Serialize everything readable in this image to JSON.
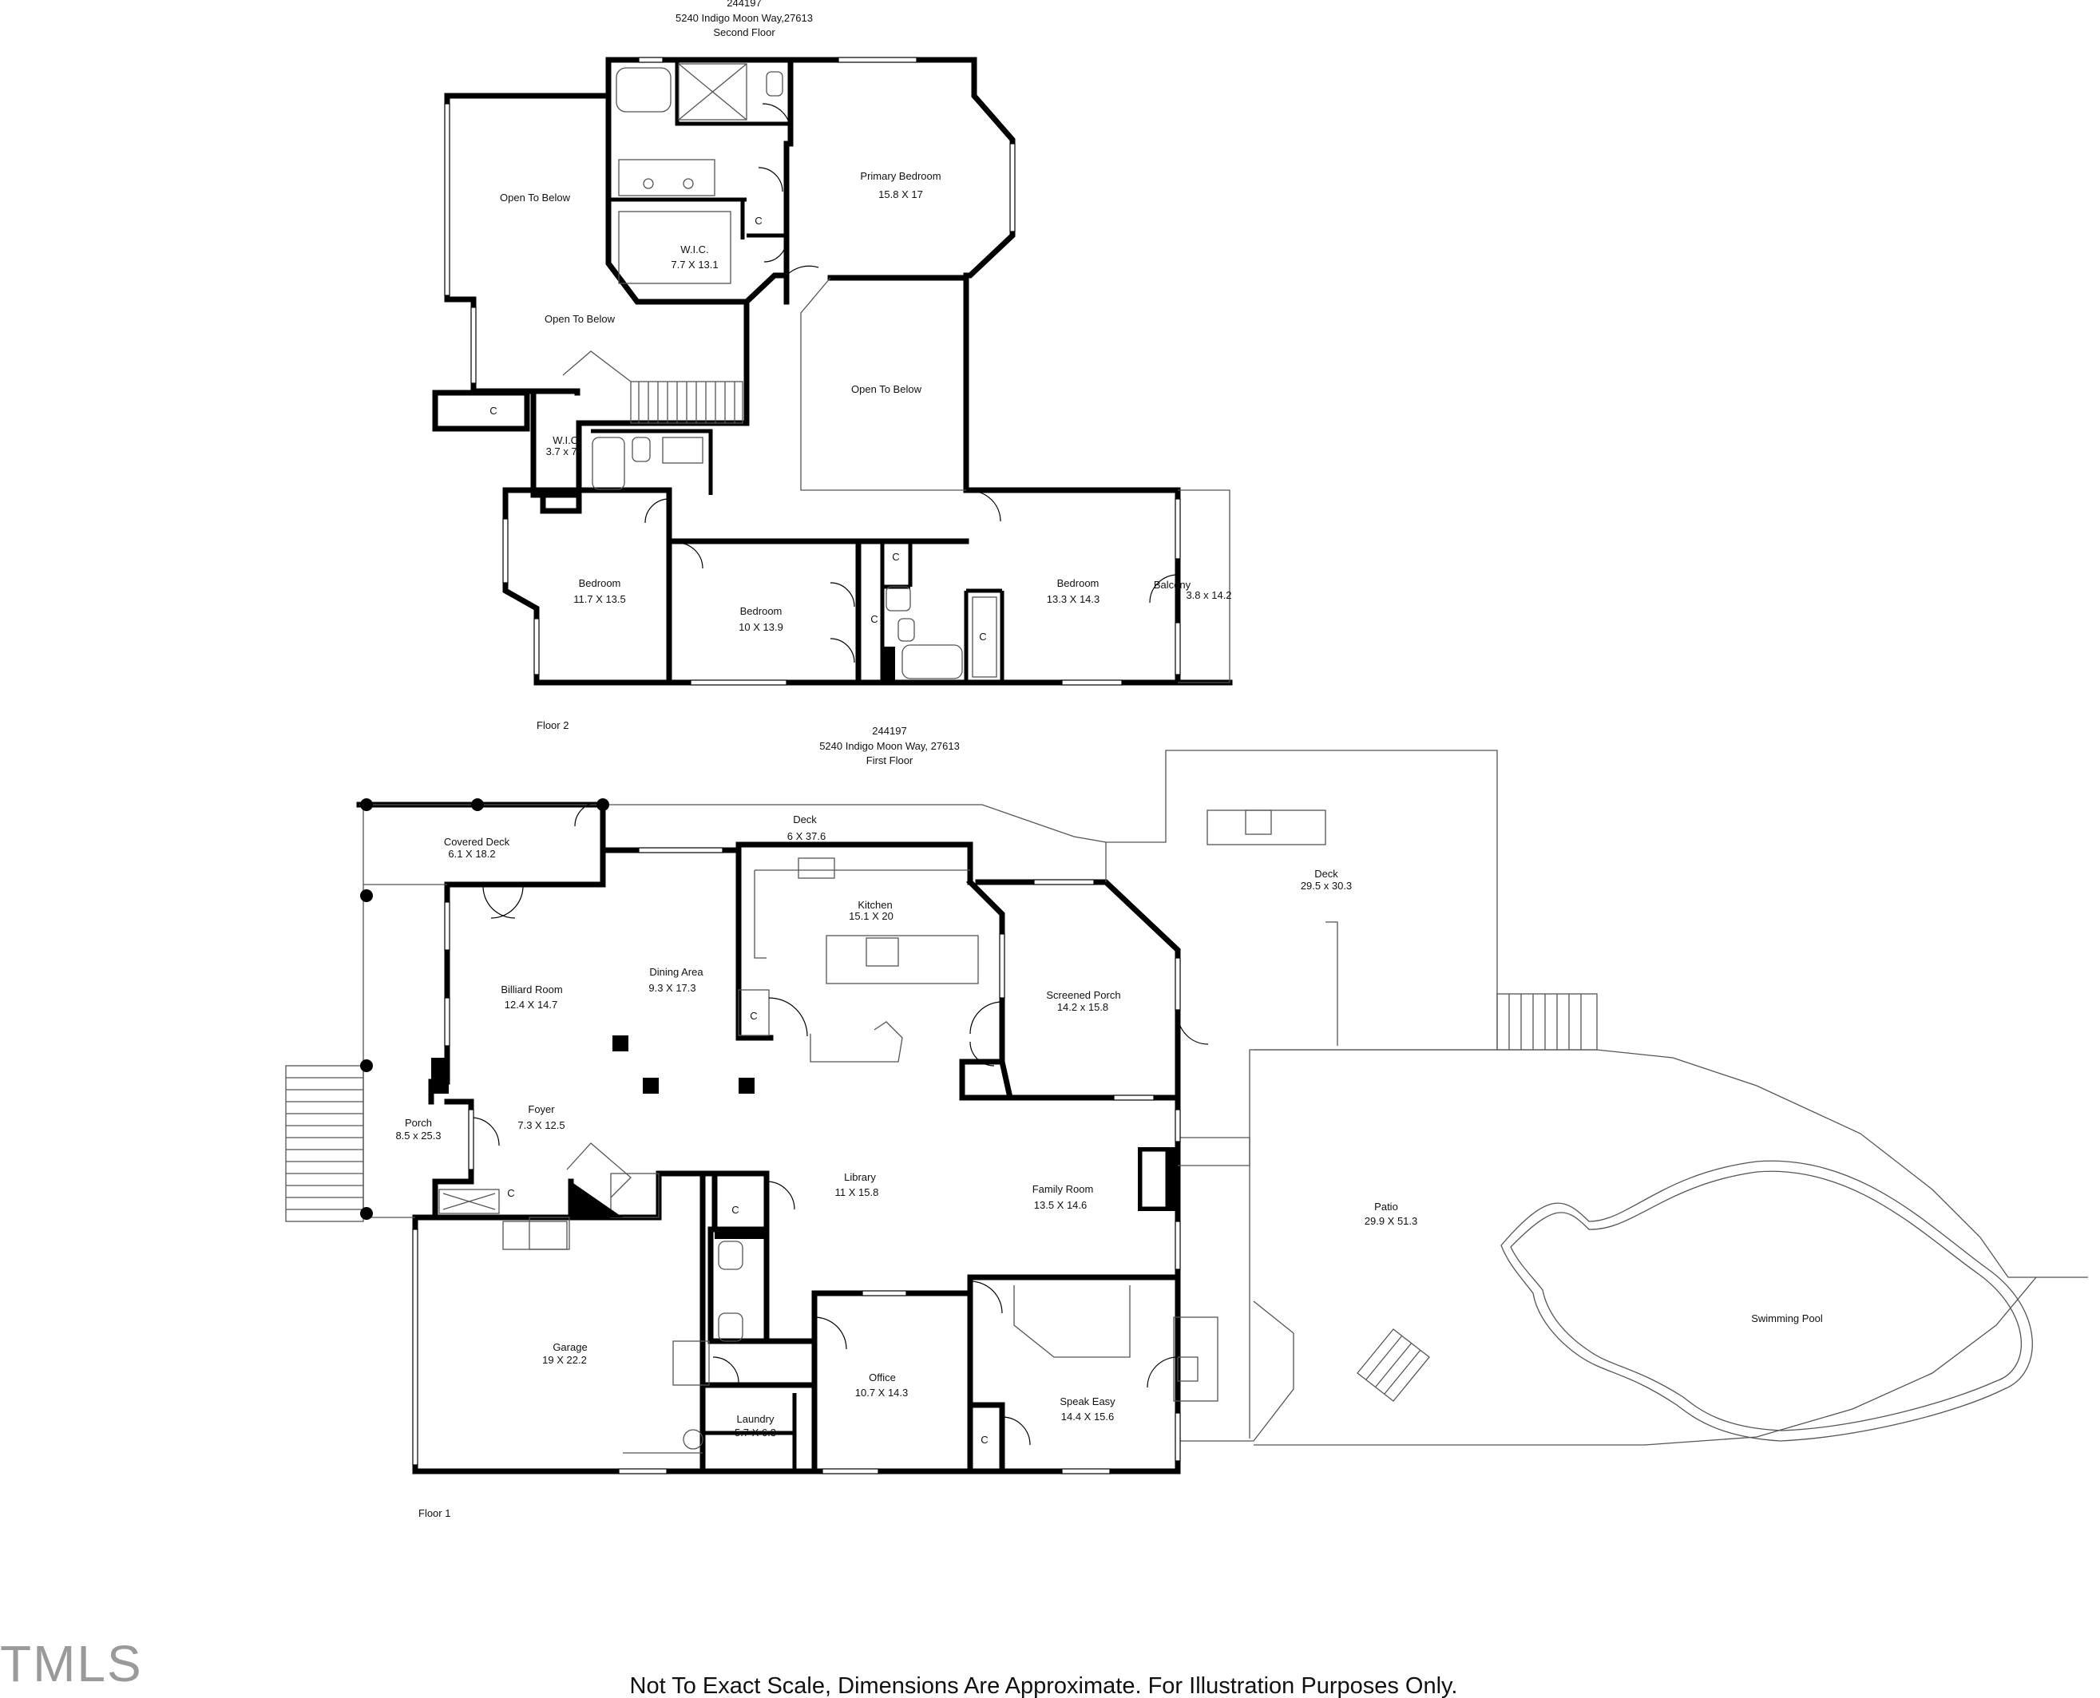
{
  "floor2": {
    "header": {
      "id": "244197",
      "address": "5240 Indigo Moon Way,27613",
      "floor_name": "Second Floor"
    },
    "label": "Floor 2",
    "rooms": [
      {
        "name": "Open To Below",
        "dims": ""
      },
      {
        "name": "Primary Bedroom",
        "dims": "15.8 X 17"
      },
      {
        "name": "W.I.C.",
        "dims": "7.7 X 13.1"
      },
      {
        "name": "Open To Below",
        "dims": ""
      },
      {
        "name": "Open To Below",
        "dims": ""
      },
      {
        "name": "W.I.C.",
        "dims": "3.7 x 7."
      },
      {
        "name": "Bedroom",
        "dims": "11.7 X 13.5"
      },
      {
        "name": "Bedroom",
        "dims": "10 X 13.9"
      },
      {
        "name": "Bedroom",
        "dims": "13.3 X 14.3"
      },
      {
        "name": "Balcony",
        "dims": "3.8 x 14.2"
      }
    ],
    "closets": [
      "C",
      "C",
      "C",
      "C",
      "C"
    ]
  },
  "floor1": {
    "header": {
      "id": "244197",
      "address": "5240 Indigo Moon Way, 27613",
      "floor_name": "First Floor"
    },
    "label": "Floor 1",
    "rooms": [
      {
        "name": "Deck",
        "dims": "6 X 37.6"
      },
      {
        "name": "Covered Deck",
        "dims": "6.1 X 18.2"
      },
      {
        "name": "Kitchen",
        "dims": "15.1 X 20"
      },
      {
        "name": "Deck",
        "dims": "29.5 x 30.3"
      },
      {
        "name": "Billiard Room",
        "dims": "12.4 X 14.7"
      },
      {
        "name": "Dining Area",
        "dims": "9.3 X 17.3"
      },
      {
        "name": "Screened Porch",
        "dims": "14.2 x 15.8"
      },
      {
        "name": "Porch",
        "dims": "8.5 x 25.3"
      },
      {
        "name": "Foyer",
        "dims": "7.3 X 12.5"
      },
      {
        "name": "Library",
        "dims": "11 X 15.8"
      },
      {
        "name": "Family Room",
        "dims": "13.5 X 14.6"
      },
      {
        "name": "Patio",
        "dims": "29.9 X 51.3"
      },
      {
        "name": "Swimming Pool",
        "dims": ""
      },
      {
        "name": "Garage",
        "dims": "19 X 22.2"
      },
      {
        "name": "Office",
        "dims": "10.7 X 14.3"
      },
      {
        "name": "Speak Easy",
        "dims": "14.4 X 15.6"
      },
      {
        "name": "Laundry",
        "dims": "5.7 X 6.3"
      }
    ],
    "closets": [
      "C",
      "C",
      "C",
      "C"
    ]
  },
  "disclaimer": "Not To Exact Scale, Dimensions Are Approximate. For Illustration Purposes Only.",
  "logo_text": "TMLS",
  "colors": {
    "wall": "#000000",
    "background": "#ffffff",
    "logo": "#9a9a9a"
  }
}
